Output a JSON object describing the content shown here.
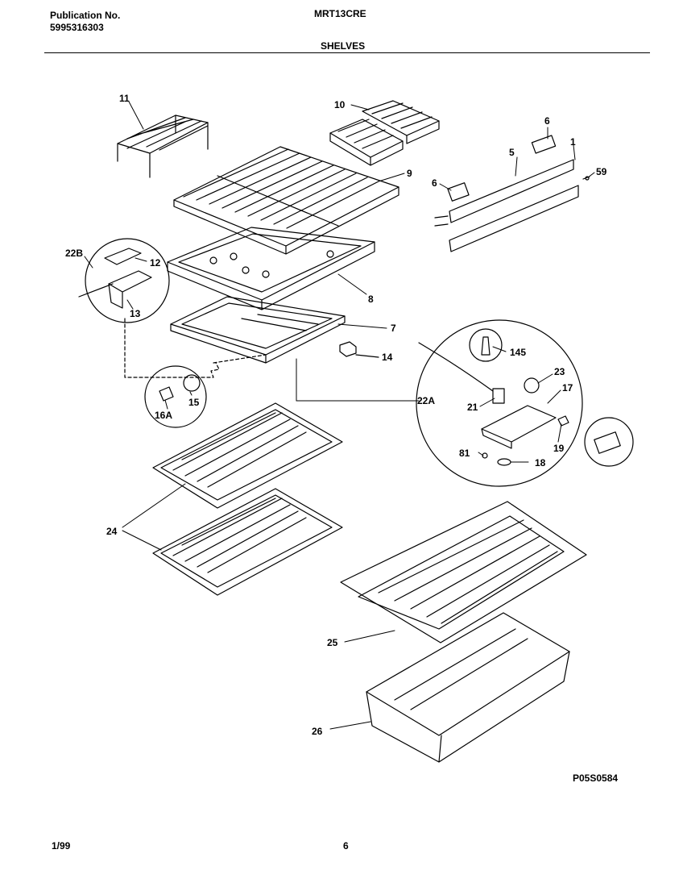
{
  "header": {
    "publication_label": "Publication No.",
    "publication_number": "5995316303",
    "model": "MRT13CRE",
    "section": "SHELVES"
  },
  "callouts": {
    "c1": "1",
    "c5": "5",
    "c6a": "6",
    "c6b": "6",
    "c59": "59",
    "c7": "7",
    "c8": "8",
    "c9": "9",
    "c10": "10",
    "c11": "11",
    "c12": "12",
    "c13": "13",
    "c14": "14",
    "c15": "15",
    "c16a": "16A",
    "c17": "17",
    "c18": "18",
    "c19": "19",
    "c21": "21",
    "c22a": "22A",
    "c22b": "22B",
    "c23": "23",
    "c24": "24",
    "c25": "25",
    "c26": "26",
    "c81": "81",
    "c145": "145"
  },
  "diagram_code": "P05S0584",
  "footer": {
    "date": "1/99",
    "page": "6"
  }
}
